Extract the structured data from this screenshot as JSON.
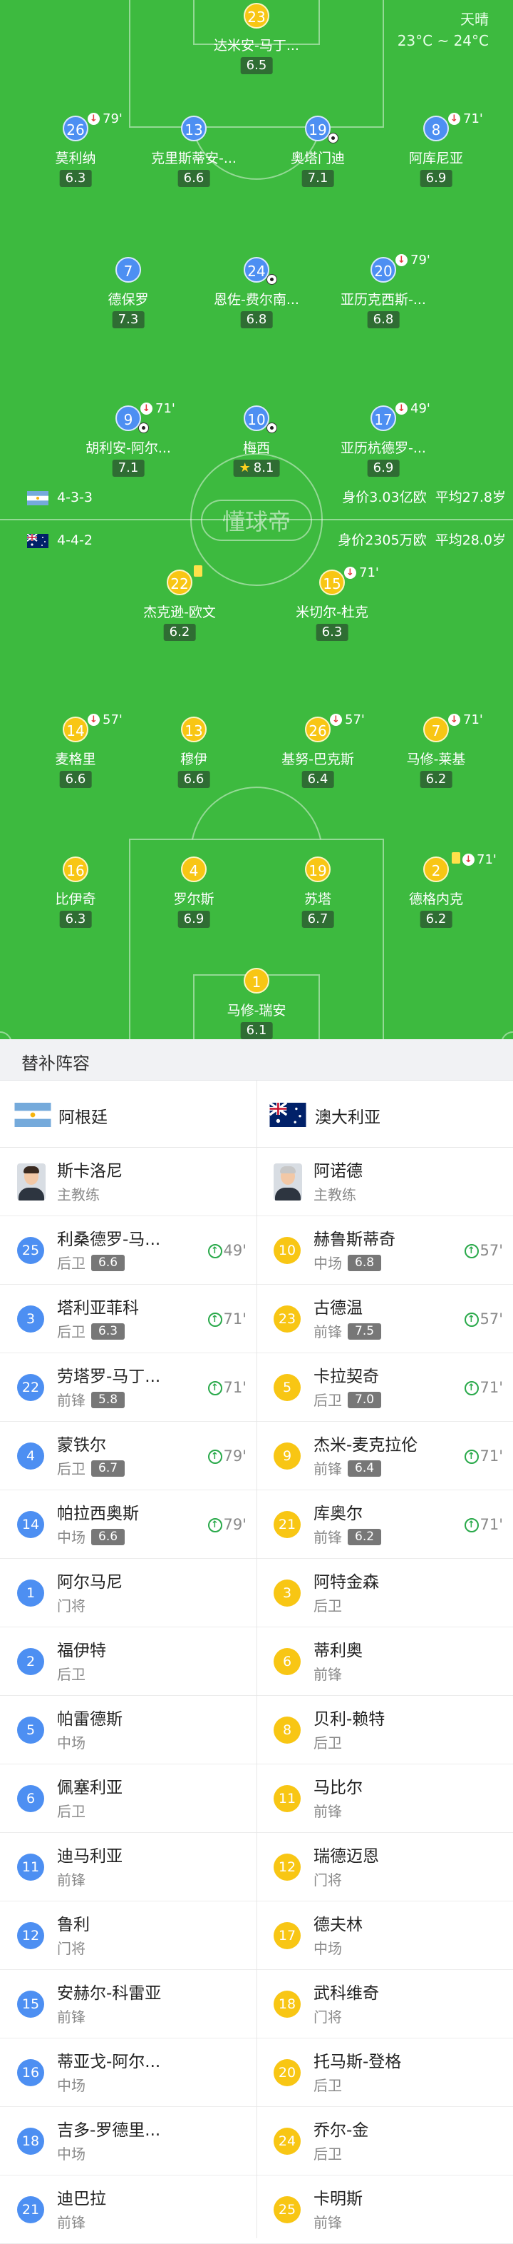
{
  "weather": {
    "condition": "天晴",
    "temperature": "23°C ~ 24°C"
  },
  "colors": {
    "argentina": "#4d8ff2",
    "australia": "#f8c614",
    "pitch": "#3dba3f",
    "sub_in": "#29a94a",
    "sub_out": "#e23a3a"
  },
  "argentina_lineup": [
    {
      "number": "23",
      "name": "达米安-马丁...",
      "rating": "6.5"
    },
    {
      "number": "26",
      "name": "莫利纳",
      "rating": "6.3",
      "sub_minute": "79'"
    },
    {
      "number": "13",
      "name": "克里斯蒂安-...",
      "rating": "6.6"
    },
    {
      "number": "19",
      "name": "奥塔门迪",
      "rating": "7.1",
      "goal": true
    },
    {
      "number": "8",
      "name": "阿库尼亚",
      "rating": "6.9",
      "sub_minute": "71'"
    },
    {
      "number": "7",
      "name": "德保罗",
      "rating": "7.3"
    },
    {
      "number": "24",
      "name": "恩佐-费尔南...",
      "rating": "6.8",
      "goal": true
    },
    {
      "number": "20",
      "name": "亚历克西斯-...",
      "rating": "6.8",
      "sub_minute": "79'"
    },
    {
      "number": "9",
      "name": "胡利安-阿尔...",
      "rating": "7.1",
      "sub_minute": "71'",
      "goal": true
    },
    {
      "number": "10",
      "name": "梅西",
      "rating": "8.1",
      "goal": true,
      "best": true
    },
    {
      "number": "17",
      "name": "亚历杭德罗-...",
      "rating": "6.9",
      "sub_minute": "49'"
    }
  ],
  "australia_lineup": [
    {
      "number": "22",
      "name": "杰克逊-欧文",
      "rating": "6.2",
      "yellow_card": true
    },
    {
      "number": "15",
      "name": "米切尔-杜克",
      "rating": "6.3",
      "sub_minute": "71'"
    },
    {
      "number": "14",
      "name": "麦格里",
      "rating": "6.6",
      "sub_minute": "57'"
    },
    {
      "number": "13",
      "name": "穆伊",
      "rating": "6.6"
    },
    {
      "number": "26",
      "name": "基努-巴克斯",
      "rating": "6.4",
      "sub_minute": "57'"
    },
    {
      "number": "7",
      "name": "马修-莱基",
      "rating": "6.2",
      "sub_minute": "71'"
    },
    {
      "number": "16",
      "name": "比伊奇",
      "rating": "6.3"
    },
    {
      "number": "4",
      "name": "罗尔斯",
      "rating": "6.9"
    },
    {
      "number": "19",
      "name": "苏塔",
      "rating": "6.7"
    },
    {
      "number": "2",
      "name": "德格内克",
      "rating": "6.2",
      "sub_minute": "71'",
      "yellow_card": true
    },
    {
      "number": "1",
      "name": "马修-瑞安",
      "rating": "6.1"
    }
  ],
  "argentina_team": {
    "formation": "4-3-3",
    "value": "身价3.03亿欧",
    "avg_age": "平均27.8岁"
  },
  "australia_team": {
    "formation": "4-4-2",
    "value": "身价2305万欧",
    "avg_age": "平均28.0岁"
  },
  "watermark": "懂球帝",
  "subs_title": "替补阵容",
  "teams": {
    "home": "阿根廷",
    "away": "澳大利亚"
  },
  "coaches": {
    "home": {
      "name": "斯卡洛尼",
      "role": "主教练"
    },
    "away": {
      "name": "阿诺德",
      "role": "主教练"
    }
  },
  "bench": [
    {
      "home": {
        "number": "25",
        "name": "利桑德罗-马...",
        "pos": "后卫",
        "rating": "6.6",
        "sub_in": "49'"
      },
      "away": {
        "number": "10",
        "name": "赫鲁斯蒂奇",
        "pos": "中场",
        "rating": "6.8",
        "sub_in": "57'"
      }
    },
    {
      "home": {
        "number": "3",
        "name": "塔利亚菲科",
        "pos": "后卫",
        "rating": "6.3",
        "sub_in": "71'"
      },
      "away": {
        "number": "23",
        "name": "古德温",
        "pos": "前锋",
        "rating": "7.5",
        "sub_in": "57'"
      }
    },
    {
      "home": {
        "number": "22",
        "name": "劳塔罗-马丁...",
        "pos": "前锋",
        "rating": "5.8",
        "sub_in": "71'"
      },
      "away": {
        "number": "5",
        "name": "卡拉契奇",
        "pos": "后卫",
        "rating": "7.0",
        "sub_in": "71'"
      }
    },
    {
      "home": {
        "number": "4",
        "name": "蒙铁尔",
        "pos": "后卫",
        "rating": "6.7",
        "sub_in": "79'"
      },
      "away": {
        "number": "9",
        "name": "杰米-麦克拉伦",
        "pos": "前锋",
        "rating": "6.4",
        "sub_in": "71'"
      }
    },
    {
      "home": {
        "number": "14",
        "name": "帕拉西奥斯",
        "pos": "中场",
        "rating": "6.6",
        "sub_in": "79'"
      },
      "away": {
        "number": "21",
        "name": "库奥尔",
        "pos": "前锋",
        "rating": "6.2",
        "sub_in": "71'"
      }
    },
    {
      "home": {
        "number": "1",
        "name": "阿尔马尼",
        "pos": "门将"
      },
      "away": {
        "number": "3",
        "name": "阿特金森",
        "pos": "后卫"
      }
    },
    {
      "home": {
        "number": "2",
        "name": "福伊特",
        "pos": "后卫"
      },
      "away": {
        "number": "6",
        "name": "蒂利奥",
        "pos": "前锋"
      }
    },
    {
      "home": {
        "number": "5",
        "name": "帕雷德斯",
        "pos": "中场"
      },
      "away": {
        "number": "8",
        "name": "贝利-赖特",
        "pos": "后卫"
      }
    },
    {
      "home": {
        "number": "6",
        "name": "佩塞利亚",
        "pos": "后卫"
      },
      "away": {
        "number": "11",
        "name": "马比尔",
        "pos": "前锋"
      }
    },
    {
      "home": {
        "number": "11",
        "name": "迪马利亚",
        "pos": "前锋"
      },
      "away": {
        "number": "12",
        "name": "瑞德迈恩",
        "pos": "门将"
      }
    },
    {
      "home": {
        "number": "12",
        "name": "鲁利",
        "pos": "门将"
      },
      "away": {
        "number": "17",
        "name": "德夫林",
        "pos": "中场"
      }
    },
    {
      "home": {
        "number": "15",
        "name": "安赫尔-科雷亚",
        "pos": "前锋"
      },
      "away": {
        "number": "18",
        "name": "武科维奇",
        "pos": "门将"
      }
    },
    {
      "home": {
        "number": "16",
        "name": "蒂亚戈-阿尔...",
        "pos": "中场"
      },
      "away": {
        "number": "20",
        "name": "托马斯-登格",
        "pos": "后卫"
      }
    },
    {
      "home": {
        "number": "18",
        "name": "吉多-罗德里...",
        "pos": "中场"
      },
      "away": {
        "number": "24",
        "name": "乔尔-金",
        "pos": "后卫"
      }
    },
    {
      "home": {
        "number": "21",
        "name": "迪巴拉",
        "pos": "前锋"
      },
      "away": {
        "number": "25",
        "name": "卡明斯",
        "pos": "前锋"
      }
    }
  ]
}
